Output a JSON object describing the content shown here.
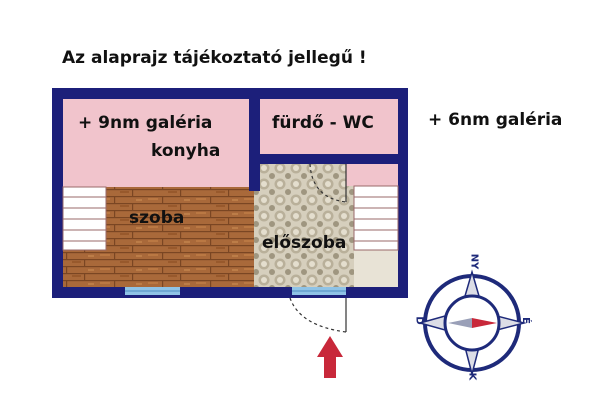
{
  "notice": "Az alaprajz tájékoztató jellegű !",
  "rooms": {
    "gallery_9": "+ 9nm galéria",
    "kitchen": "konyha",
    "bathroom": "fürdő - WC",
    "gallery_6": "+ 6nm galéria",
    "room": "szoba",
    "hall": "előszoba"
  },
  "compass": {
    "north": "NY",
    "east": "É",
    "south": "K",
    "west": "D"
  },
  "colors": {
    "wall": "#1c1f7a",
    "gallery_fill": "#f1c4cc",
    "wood": "#a8693a",
    "tile": "#cfc7b4",
    "window": "#8fc3e6",
    "arrow": "#c8283a"
  }
}
